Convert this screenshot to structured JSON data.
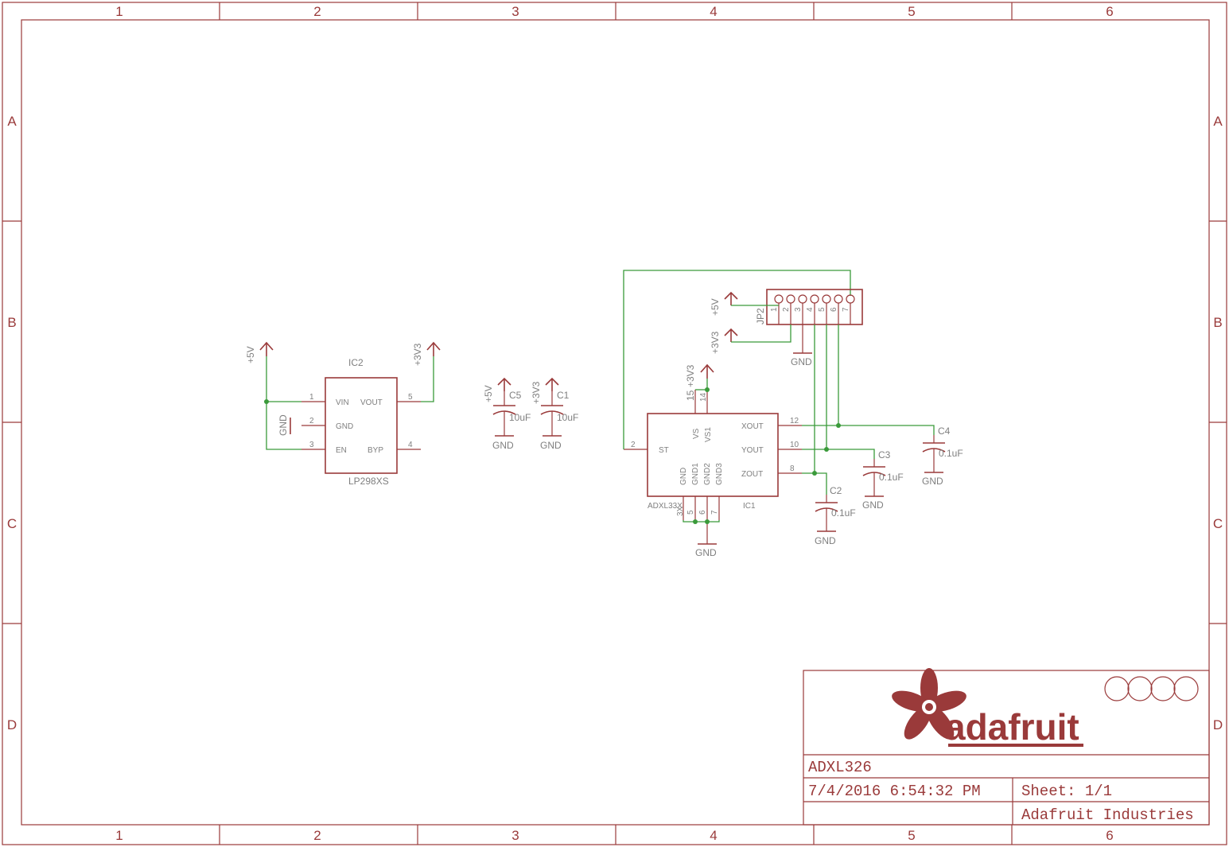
{
  "frame": {
    "columns": [
      "1",
      "2",
      "3",
      "4",
      "5",
      "6"
    ],
    "rows": [
      "A",
      "B",
      "C",
      "D"
    ]
  },
  "title_block": {
    "logo_text": "adafruit",
    "title": "ADXL326",
    "datetime": "7/4/2016 6:54:32 PM",
    "sheet": "Sheet: 1/1",
    "company": "Adafruit Industries"
  },
  "regulator": {
    "name": "IC2",
    "value": "LP298XS",
    "pins": [
      {
        "num": "1",
        "name": "VIN"
      },
      {
        "num": "2",
        "name": "GND"
      },
      {
        "num": "3",
        "name": "EN"
      },
      {
        "num": "4",
        "name": "BYP"
      },
      {
        "num": "5",
        "name": "VOUT"
      }
    ],
    "in_rail": "+5V",
    "out_rail": "+3V3",
    "gnd": "GND"
  },
  "caps_power": [
    {
      "name": "C5",
      "value": "10uF",
      "rail": "+5V",
      "gnd": "GND"
    },
    {
      "name": "C1",
      "value": "10uF",
      "rail": "+3V3",
      "gnd": "GND"
    }
  ],
  "accelerometer": {
    "name": "IC1",
    "value": "ADXL33X",
    "value_extra": "3X",
    "top_labels": {
      "p15": "15",
      "p14": "14",
      "rail": "+3V3"
    },
    "pins": [
      {
        "num": "2",
        "name": "ST"
      },
      {
        "num": "12",
        "name": "XOUT"
      },
      {
        "num": "10",
        "name": "YOUT"
      },
      {
        "num": "8",
        "name": "ZOUT"
      },
      {
        "name": "VS"
      },
      {
        "name": "VS1"
      },
      {
        "num": "5",
        "name": "GND"
      },
      {
        "num": "6",
        "name": "GND1"
      },
      {
        "num": "",
        "name": "GND2"
      },
      {
        "num": "7",
        "name": "GND3"
      }
    ],
    "gnd": "GND"
  },
  "header": {
    "name": "JP2",
    "pins": [
      "1",
      "2",
      "3",
      "4",
      "5",
      "6",
      "7"
    ],
    "rail_5v": "+5V",
    "rail_3v3": "+3V3",
    "gnd": "GND"
  },
  "caps_filter": [
    {
      "name": "C2",
      "value": "0.1uF",
      "gnd": "GND"
    },
    {
      "name": "C3",
      "value": "0.1uF",
      "gnd": "GND"
    },
    {
      "name": "C4",
      "value": "0.1uF",
      "gnd": "GND"
    }
  ],
  "colors": {
    "symbol": "#9a3a3a",
    "wire": "#3a9a3a",
    "label": "#7f7f7f"
  }
}
